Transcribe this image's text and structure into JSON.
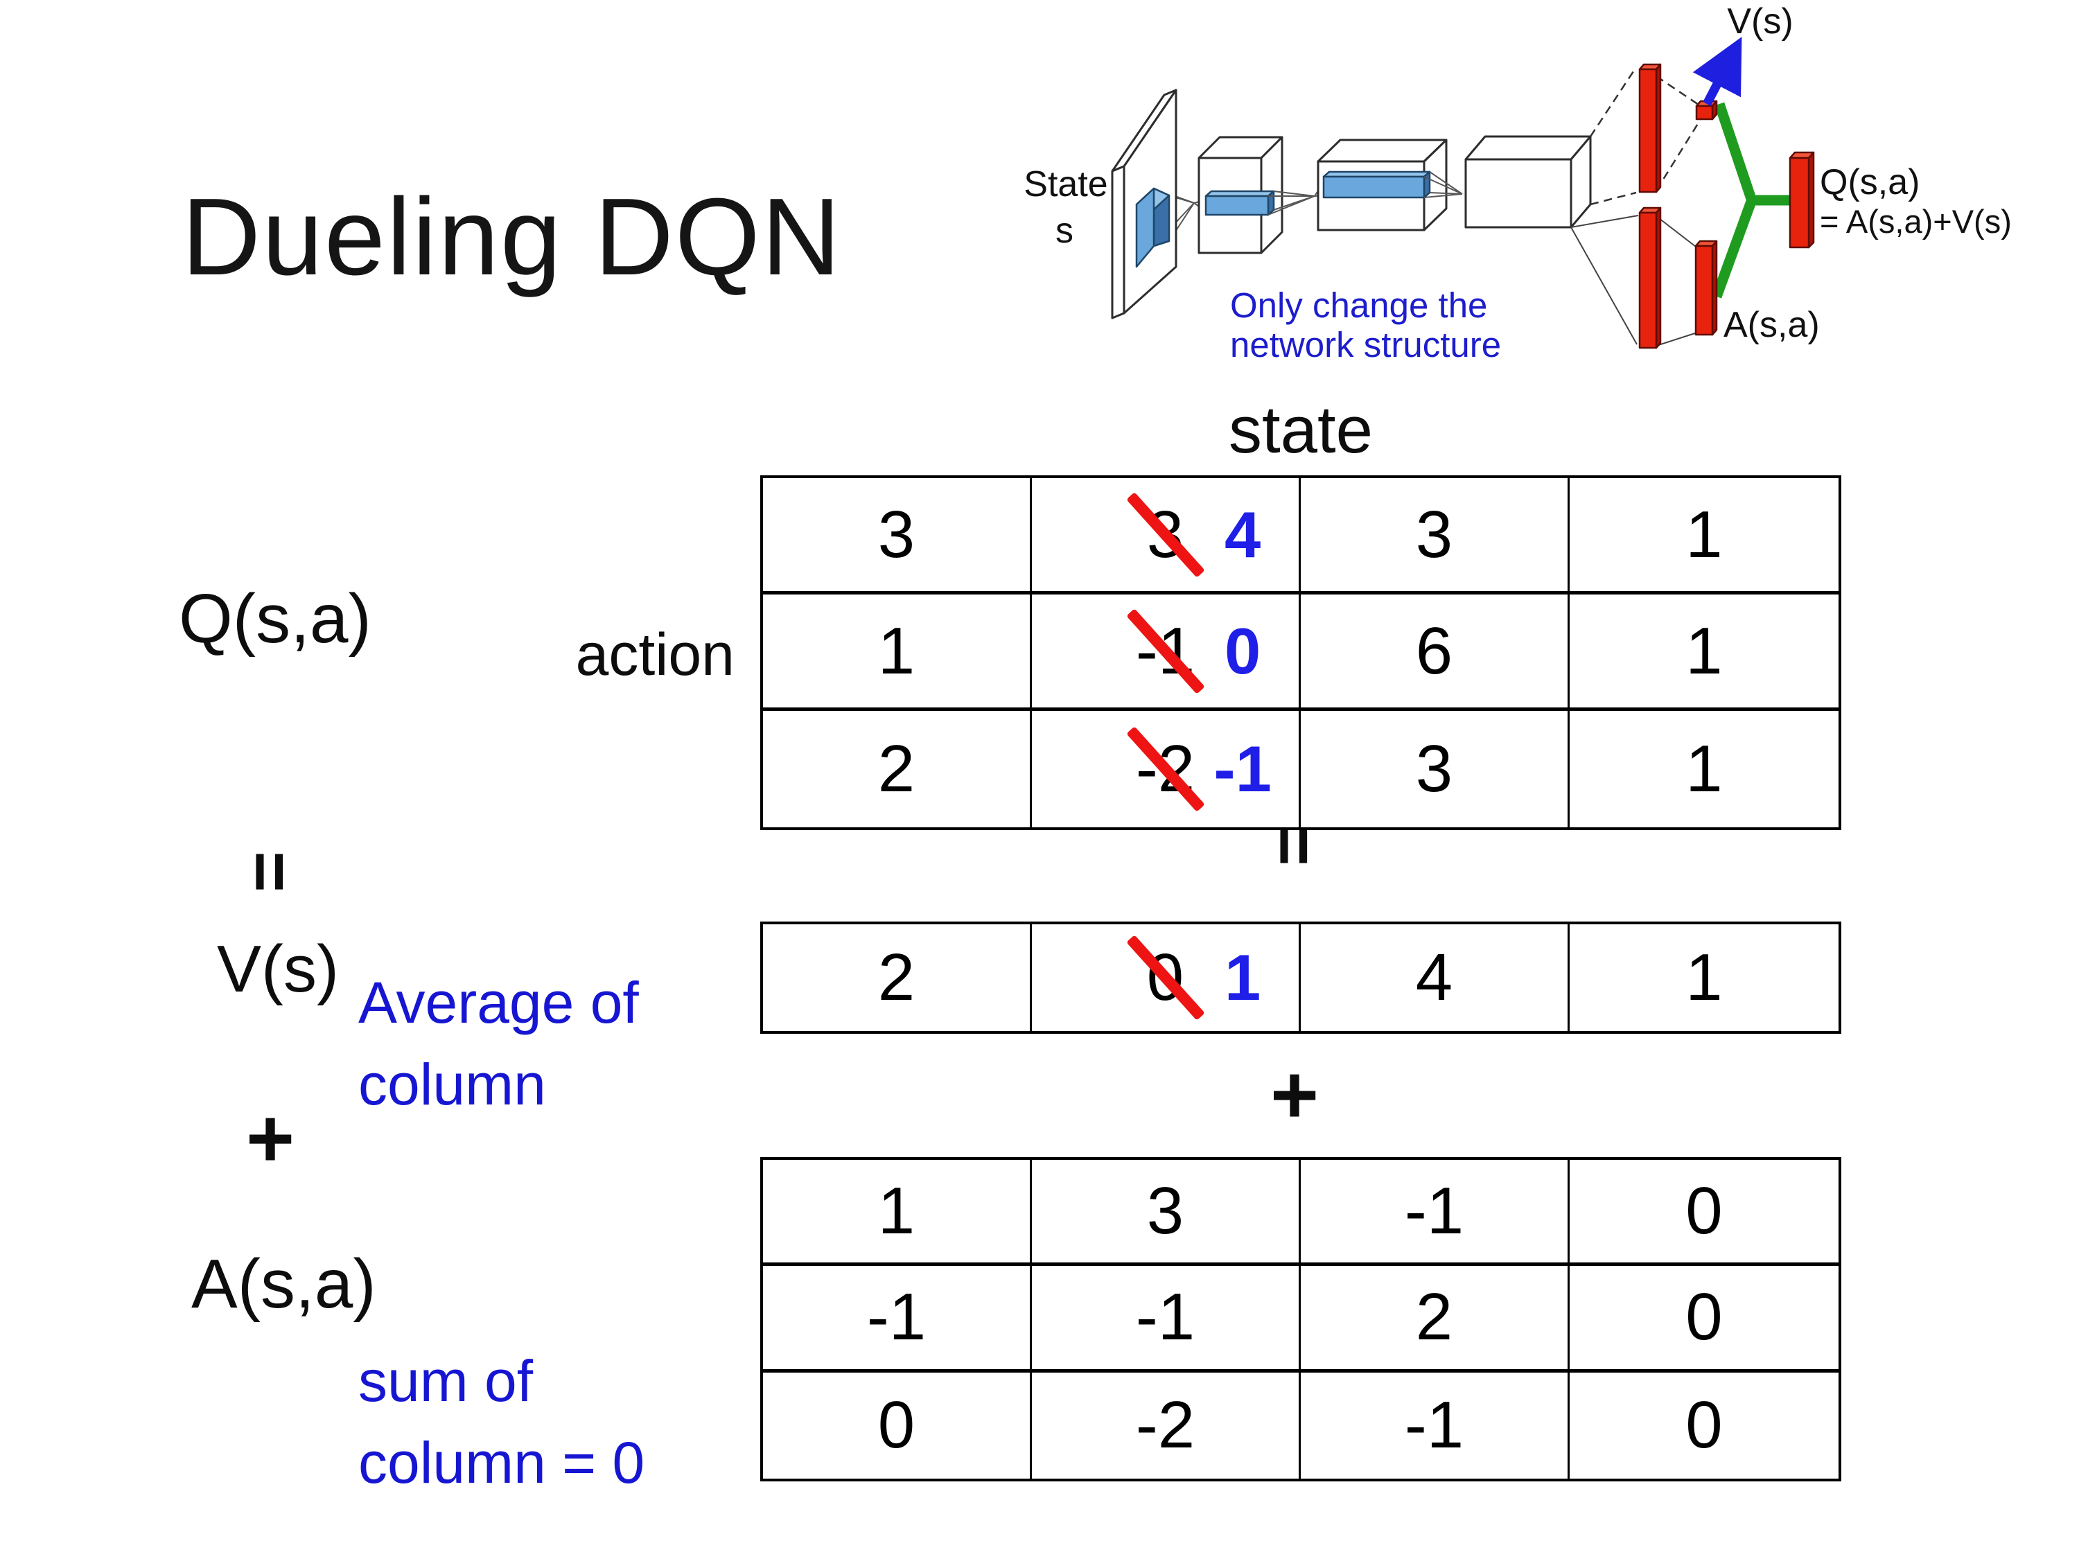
{
  "slide": {
    "title": "Dueling DQN",
    "background": "#ffffff"
  },
  "diagram": {
    "state_label_line1": "State",
    "state_label_line2": "s",
    "note_line1": "Only change the",
    "note_line2": "network structure",
    "v_output_label": "V(s)",
    "q_output_label_line1": "Q(s,a)",
    "q_output_label_line2": "= A(s,a)+V(s)",
    "a_output_label": "A(s,a)",
    "colors": {
      "bar_red": "#e8230d",
      "link_green": "#1f9c1f",
      "arrow_blue": "#1f1fe0",
      "slab_blue": "#6aa7dc",
      "box_stroke": "#2d2d2d"
    }
  },
  "equation": {
    "q_label": "Q(s,a)",
    "equals_left": "=",
    "v_label": "V(s)",
    "plus_left": "+",
    "a_label": "A(s,a)",
    "equals_mid": "=",
    "plus_mid": "+",
    "state_header": "state",
    "action_label": "action",
    "v_note_line1": "Average of",
    "v_note_line2": "column",
    "a_note_line1": "sum of",
    "a_note_line2": "column = 0"
  },
  "colors": {
    "annotation_blue": "#1616d2",
    "replacement_blue": "#1f1fe8",
    "crossout_red": "#ee1414",
    "table_border": "#000000"
  },
  "q_table": {
    "rows": [
      {
        "cells": [
          {
            "value": "3"
          },
          {
            "value": "3",
            "replacement": "4"
          },
          {
            "value": "3"
          },
          {
            "value": "1"
          }
        ]
      },
      {
        "cells": [
          {
            "value": "1"
          },
          {
            "value": "-1",
            "replacement": "0"
          },
          {
            "value": "6"
          },
          {
            "value": "1"
          }
        ]
      },
      {
        "cells": [
          {
            "value": "2"
          },
          {
            "value": "-2",
            "replacement": "-1"
          },
          {
            "value": "3"
          },
          {
            "value": "1"
          }
        ]
      }
    ]
  },
  "v_table": {
    "cells": [
      {
        "value": "2"
      },
      {
        "value": "0",
        "replacement": "1"
      },
      {
        "value": "4"
      },
      {
        "value": "1"
      }
    ]
  },
  "a_table": {
    "rows": [
      {
        "cells": [
          {
            "value": "1"
          },
          {
            "value": "3"
          },
          {
            "value": "-1"
          },
          {
            "value": "0"
          }
        ]
      },
      {
        "cells": [
          {
            "value": "-1"
          },
          {
            "value": "-1"
          },
          {
            "value": "2"
          },
          {
            "value": "0"
          }
        ]
      },
      {
        "cells": [
          {
            "value": "0"
          },
          {
            "value": "-2"
          },
          {
            "value": "-1"
          },
          {
            "value": "0"
          }
        ]
      }
    ]
  }
}
